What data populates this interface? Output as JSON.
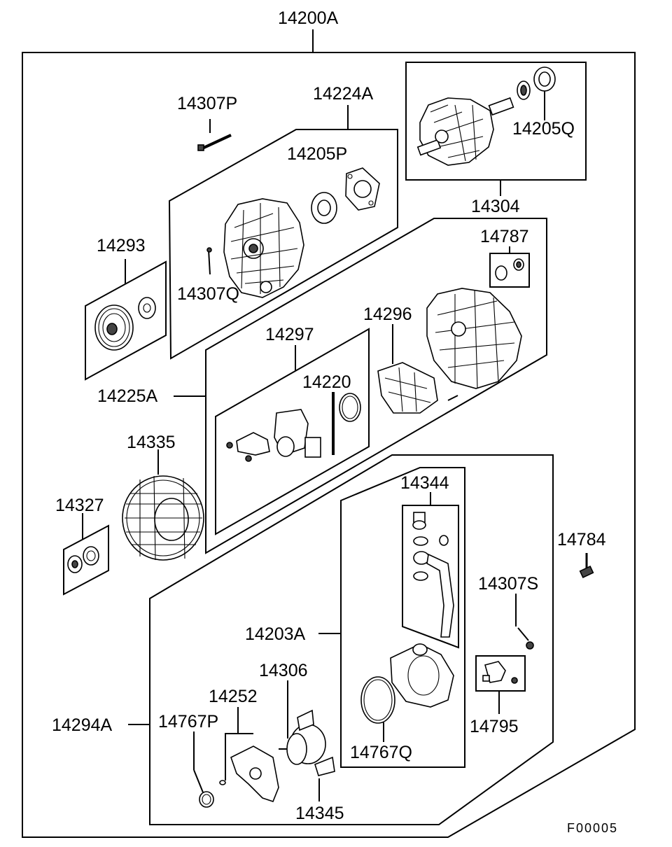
{
  "diagram": {
    "labels": {
      "p14200A": "14200A",
      "p14307P": "14307P",
      "p14224A": "14224A",
      "p14205P": "14205P",
      "p14205Q": "14205Q",
      "p14304": "14304",
      "p14293": "14293",
      "p14307Q": "14307Q",
      "p14787": "14787",
      "p14296": "14296",
      "p14297": "14297",
      "p14220": "14220",
      "p14225A": "14225A",
      "p14335": "14335",
      "p14327": "14327",
      "p14344": "14344",
      "p14784": "14784",
      "p14307S": "14307S",
      "p14203A": "14203A",
      "p14306": "14306",
      "p14252": "14252",
      "p14767P": "14767P",
      "p14294A": "14294A",
      "p14795": "14795",
      "p14767Q": "14767Q",
      "p14345": "14345"
    },
    "figure_code": "F00005"
  }
}
